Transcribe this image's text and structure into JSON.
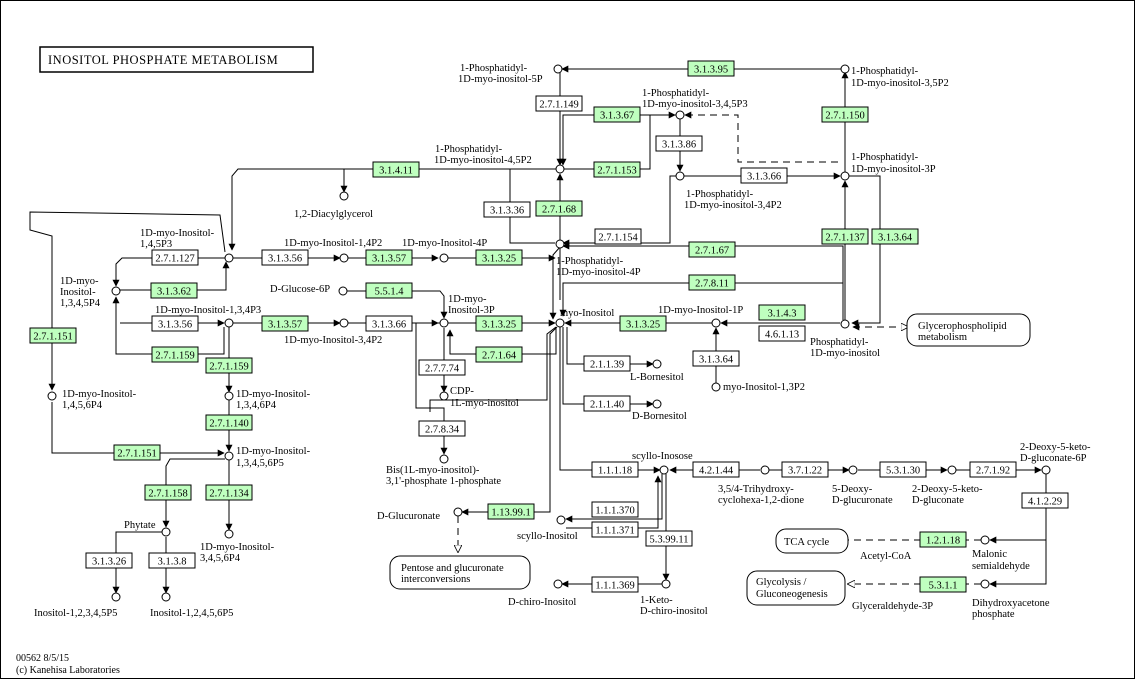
{
  "title": "INOSITOL PHOSPHATE METABOLISM",
  "footer": {
    "id_date": "00562 8/5/15",
    "copyright": "(c) Kanehisa Laboratories"
  },
  "colors": {
    "enzyme_present": "#bfffbf",
    "enzyme_absent": "#ffffff",
    "line": "#000000"
  },
  "compounds": {
    "pi5p": [
      "1-Phosphatidyl-",
      "1D-myo-inositol-5P"
    ],
    "pi35p2": [
      "1-Phosphatidyl-",
      "1D-myo-inositol-3,5P2"
    ],
    "pi345p3": [
      "1-Phosphatidyl-",
      "1D-myo-inositol-3,4,5P3"
    ],
    "pi45p2": [
      "1-Phosphatidyl-",
      "1D-myo-inositol-4,5P2"
    ],
    "pi3p": [
      "1-Phosphatidyl-",
      "1D-myo-inositol-3P"
    ],
    "pi34p2": [
      "1-Phosphatidyl-",
      "1D-myo-inositol-3,4P2"
    ],
    "pi4p": [
      "1-Phosphatidyl-",
      "1D-myo-inositol-4P"
    ],
    "dag": [
      "1,2-Diacylglycerol"
    ],
    "ip3_145": [
      "1D-myo-Inositol-",
      "1,4,5P3"
    ],
    "ip4_1345": [
      "1D-myo-",
      "Inositol-",
      "1,3,4,5P4"
    ],
    "ip2_14": [
      "1D-myo-Inositol-1,4P2"
    ],
    "ip_4p": [
      "1D-myo-Inositol-4P"
    ],
    "ip3_134": [
      "1D-myo-Inositol-1,3,4P3"
    ],
    "ip2_34": [
      "1D-myo-Inositol-3,4P2"
    ],
    "glc6p": [
      "D-Glucose-6P"
    ],
    "ip_3p": [
      "1D-myo-",
      "Inositol-3P"
    ],
    "myoinositol": [
      "myo-Inositol"
    ],
    "ip_1p": [
      "1D-myo-Inositol-1P"
    ],
    "pi": [
      "Phosphatidyl-",
      "1D-myo-inositol"
    ],
    "gpl_metab": [
      "Glycerophospholipid",
      "metabolism"
    ],
    "ip4_1456": [
      "1D-myo-Inositol-",
      "1,4,5,6P4"
    ],
    "ip4_1346": [
      "1D-myo-Inositol-",
      "1,3,4,6P4"
    ],
    "ip5_13456": [
      "1D-myo-Inositol-",
      "1,3,4,5,6P5"
    ],
    "phytate": [
      "Phytate"
    ],
    "ip4_3456": [
      "1D-myo-Inositol-",
      "3,4,5,6P4"
    ],
    "ip5_12345": [
      "Inositol-1,2,3,4,5P5"
    ],
    "ip5_12456": [
      "Inositol-1,2,4,5,6P5"
    ],
    "cdp_ino": [
      "CDP-",
      "1L-myo-inositol"
    ],
    "bis_ino": [
      "Bis(1L-myo-inositol)-",
      "3,1'-phosphate 1-phosphate"
    ],
    "d_glucuronate": [
      "D-Glucuronate"
    ],
    "pentose": [
      "Pentose and glucuronate",
      "interconversions"
    ],
    "l_bornesitol": [
      "L-Bornesitol"
    ],
    "d_bornesitol": [
      "D-Bornesitol"
    ],
    "ip2_13": [
      "myo-Inositol-1,3P2"
    ],
    "scyllo_inosose": [
      "scyllo-Inosose"
    ],
    "scyllo_inositol": [
      "scyllo-Inositol"
    ],
    "trihydroxy": [
      "3,5/4-Trihydroxy-",
      "cyclohexa-1,2-dione"
    ],
    "deoxy_glucuronate": [
      "5-Deoxy-",
      "D-glucuronate"
    ],
    "deoxy_keto_gluconate": [
      "2-Deoxy-5-keto-",
      "D-gluconate"
    ],
    "deoxy_keto_6p": [
      "2-Deoxy-5-keto-",
      "D-gluconate-6P"
    ],
    "tca": [
      "TCA cycle"
    ],
    "acetyl_coa": [
      "Acetyl-CoA"
    ],
    "malonic": [
      "Malonic",
      "semialdehyde"
    ],
    "glycolysis": [
      "Glycolysis /",
      "Gluconeogenesis"
    ],
    "g3p": [
      "Glyceraldehyde-3P"
    ],
    "dhap": [
      "Dihydroxyacetone",
      "phosphate"
    ],
    "d_chiro": [
      "D-chiro-Inositol"
    ],
    "keto_chiro": [
      "1-Keto-",
      "D-chiro-inositol"
    ]
  },
  "enzymes": [
    {
      "label": "3.1.3.95",
      "present": true
    },
    {
      "label": "2.7.1.149",
      "present": false
    },
    {
      "label": "3.1.3.67",
      "present": true
    },
    {
      "label": "2.7.1.150",
      "present": true
    },
    {
      "label": "3.1.3.86",
      "present": false
    },
    {
      "label": "3.1.4.11",
      "present": true
    },
    {
      "label": "2.7.1.153",
      "present": true
    },
    {
      "label": "3.1.3.66",
      "present": false
    },
    {
      "label": "3.1.3.36",
      "present": false
    },
    {
      "label": "2.7.1.68",
      "present": true
    },
    {
      "label": "2.7.1.154",
      "present": false
    },
    {
      "label": "2.7.1.67",
      "present": true
    },
    {
      "label": "2.7.1.137",
      "present": true
    },
    {
      "label": "3.1.3.64",
      "present": true
    },
    {
      "label": "2.7.1.127",
      "present": false
    },
    {
      "label": "3.1.3.56",
      "present": false
    },
    {
      "label": "3.1.3.57",
      "present": true
    },
    {
      "label": "3.1.3.25",
      "present": true
    },
    {
      "label": "3.1.3.62",
      "present": true
    },
    {
      "label": "5.5.1.4",
      "present": true
    },
    {
      "label": "2.7.8.11",
      "present": true
    },
    {
      "label": "3.1.3.56",
      "present": false
    },
    {
      "label": "3.1.3.57",
      "present": true
    },
    {
      "label": "3.1.3.66",
      "present": false
    },
    {
      "label": "3.1.3.25",
      "present": true
    },
    {
      "label": "3.1.3.25",
      "present": true
    },
    {
      "label": "3.1.4.3",
      "present": true
    },
    {
      "label": "4.6.1.13",
      "present": false
    },
    {
      "label": "2.7.1.151",
      "present": true
    },
    {
      "label": "2.7.1.159",
      "present": true
    },
    {
      "label": "2.7.1.64",
      "present": true
    },
    {
      "label": "2.7.1.159",
      "present": true
    },
    {
      "label": "2.7.7.74",
      "present": false
    },
    {
      "label": "2.1.1.39",
      "present": false
    },
    {
      "label": "3.1.3.64",
      "present": false
    },
    {
      "label": "2.7.1.140",
      "present": true
    },
    {
      "label": "2.1.1.40",
      "present": false
    },
    {
      "label": "2.7.8.34",
      "present": false
    },
    {
      "label": "2.7.1.151",
      "present": true
    },
    {
      "label": "1.1.1.18",
      "present": false
    },
    {
      "label": "4.2.1.44",
      "present": false
    },
    {
      "label": "3.7.1.22",
      "present": false
    },
    {
      "label": "5.3.1.30",
      "present": false
    },
    {
      "label": "2.7.1.92",
      "present": false
    },
    {
      "label": "2.7.1.158",
      "present": true
    },
    {
      "label": "2.7.1.134",
      "present": true
    },
    {
      "label": "1.13.99.1",
      "present": true
    },
    {
      "label": "1.1.1.370",
      "present": false
    },
    {
      "label": "1.1.1.371",
      "present": false
    },
    {
      "label": "4.1.2.29",
      "present": false
    },
    {
      "label": "5.3.99.11",
      "present": false
    },
    {
      "label": "1.2.1.18",
      "present": true
    },
    {
      "label": "3.1.3.26",
      "present": false
    },
    {
      "label": "3.1.3.8",
      "present": false
    },
    {
      "label": "1.1.1.369",
      "present": false
    },
    {
      "label": "5.3.1.1",
      "present": true
    }
  ]
}
